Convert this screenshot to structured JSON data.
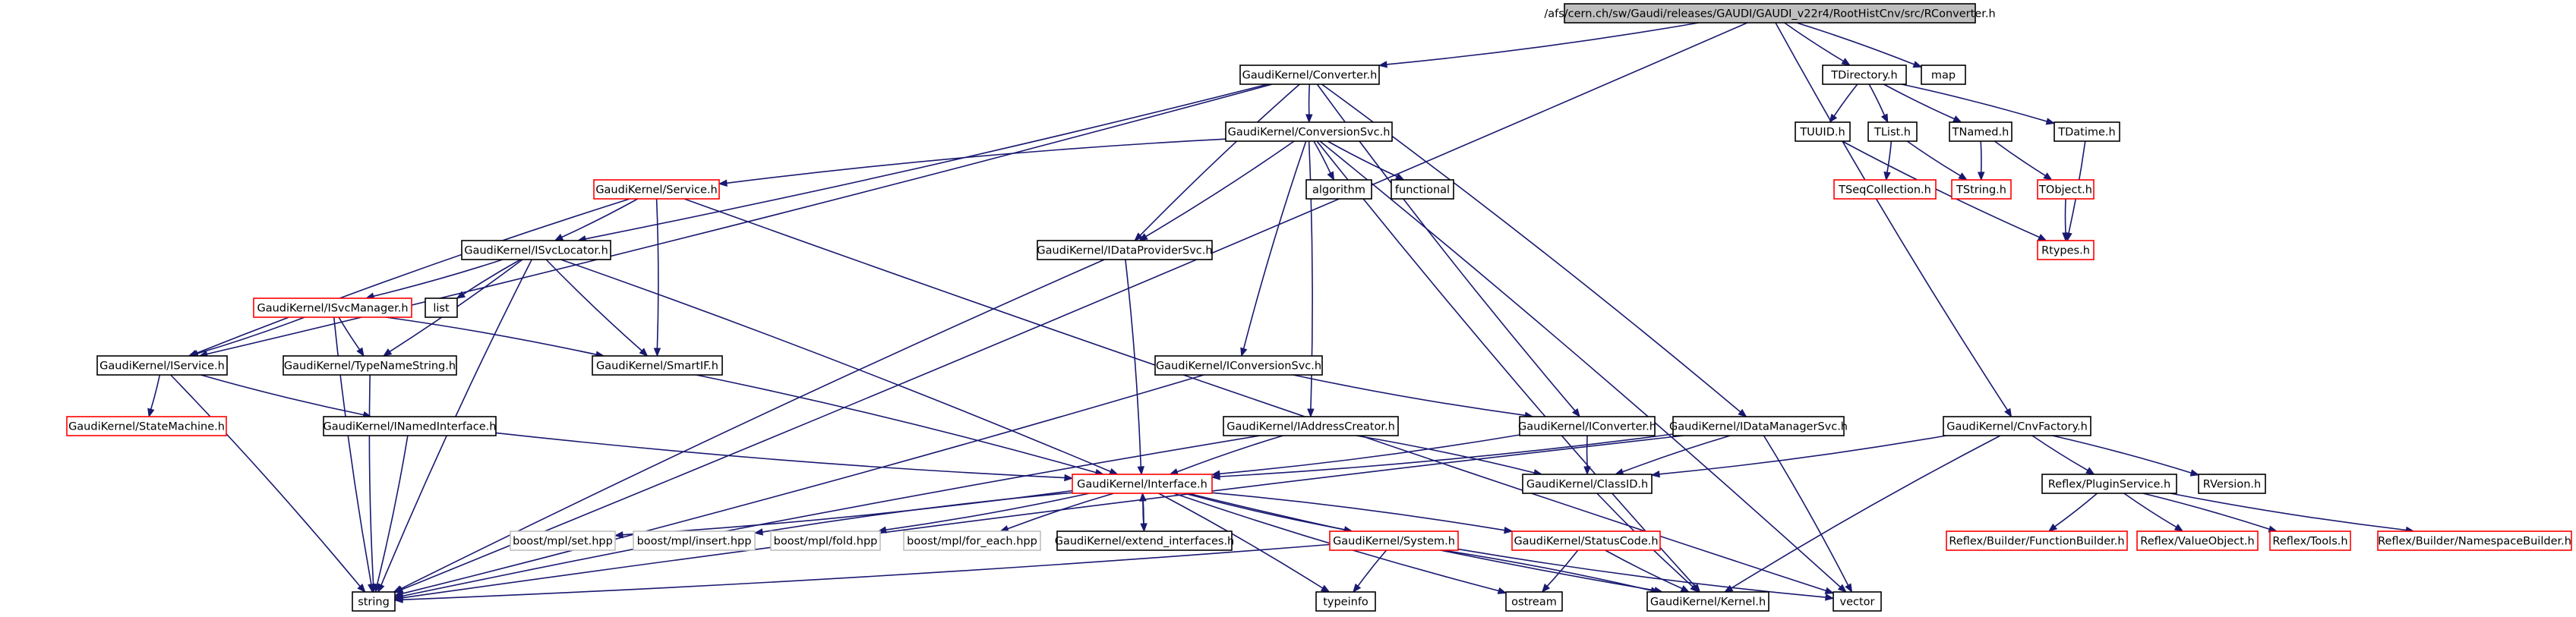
{
  "graph": {
    "colors": {
      "edge": "#191970",
      "root_fill": "#bfbfbf",
      "node_border": "#000000",
      "incomplete_border": "#ff0000",
      "external_border": "#bfbfbf",
      "text": "#000000"
    },
    "nodes": [
      {
        "id": "root",
        "label": "/afs/cern.ch/sw/Gaudi/releases/GAUDI/GAUDI_v22r4/RootHistCnv/src/RConverter.h",
        "style": "root"
      },
      {
        "id": "converter",
        "label": "GaudiKernel/Converter.h",
        "style": "normal"
      },
      {
        "id": "tdirectory",
        "label": "TDirectory.h",
        "style": "normal"
      },
      {
        "id": "map",
        "label": "map",
        "style": "normal"
      },
      {
        "id": "conversionsvc",
        "label": "GaudiKernel/ConversionSvc.h",
        "style": "normal"
      },
      {
        "id": "tuuid",
        "label": "TUUID.h",
        "style": "normal"
      },
      {
        "id": "tlist",
        "label": "TList.h",
        "style": "normal"
      },
      {
        "id": "tnamed",
        "label": "TNamed.h",
        "style": "normal"
      },
      {
        "id": "tdatime",
        "label": "TDatime.h",
        "style": "normal"
      },
      {
        "id": "service",
        "label": "GaudiKernel/Service.h",
        "style": "incomplete"
      },
      {
        "id": "algorithm",
        "label": "algorithm",
        "style": "normal"
      },
      {
        "id": "functional",
        "label": "functional",
        "style": "normal"
      },
      {
        "id": "tseqcollection",
        "label": "TSeqCollection.h",
        "style": "incomplete"
      },
      {
        "id": "tstring",
        "label": "TString.h",
        "style": "incomplete"
      },
      {
        "id": "tobject",
        "label": "TObject.h",
        "style": "incomplete"
      },
      {
        "id": "isvclocator",
        "label": "GaudiKernel/ISvcLocator.h",
        "style": "normal"
      },
      {
        "id": "idataprovidersvc",
        "label": "GaudiKernel/IDataProviderSvc.h",
        "style": "normal"
      },
      {
        "id": "rtypes",
        "label": "Rtypes.h",
        "style": "incomplete"
      },
      {
        "id": "isvcmanager",
        "label": "GaudiKernel/ISvcManager.h",
        "style": "incomplete"
      },
      {
        "id": "list",
        "label": "list",
        "style": "normal"
      },
      {
        "id": "iservice",
        "label": "GaudiKernel/IService.h",
        "style": "normal"
      },
      {
        "id": "typenamestring",
        "label": "GaudiKernel/TypeNameString.h",
        "style": "normal"
      },
      {
        "id": "smartif",
        "label": "GaudiKernel/SmartIF.h",
        "style": "normal"
      },
      {
        "id": "iconversionsvc",
        "label": "GaudiKernel/IConversionSvc.h",
        "style": "normal"
      },
      {
        "id": "statemachine",
        "label": "GaudiKernel/StateMachine.h",
        "style": "incomplete"
      },
      {
        "id": "inamedinterface",
        "label": "GaudiKernel/INamedInterface.h",
        "style": "normal"
      },
      {
        "id": "iaddresscreator",
        "label": "GaudiKernel/IAddressCreator.h",
        "style": "normal"
      },
      {
        "id": "iconverter",
        "label": "GaudiKernel/IConverter.h",
        "style": "normal"
      },
      {
        "id": "idatamanagersvc",
        "label": "GaudiKernel/IDataManagerSvc.h",
        "style": "normal"
      },
      {
        "id": "cnvfactory",
        "label": "GaudiKernel/CnvFactory.h",
        "style": "normal"
      },
      {
        "id": "interface",
        "label": "GaudiKernel/Interface.h",
        "style": "incomplete"
      },
      {
        "id": "classid",
        "label": "GaudiKernel/ClassID.h",
        "style": "normal"
      },
      {
        "id": "pluginservice",
        "label": "Reflex/PluginService.h",
        "style": "normal"
      },
      {
        "id": "rversion",
        "label": "RVersion.h",
        "style": "normal"
      },
      {
        "id": "mplset",
        "label": "boost/mpl/set.hpp",
        "style": "external"
      },
      {
        "id": "mplinsert",
        "label": "boost/mpl/insert.hpp",
        "style": "external"
      },
      {
        "id": "mplfold",
        "label": "boost/mpl/fold.hpp",
        "style": "external"
      },
      {
        "id": "mplforeach",
        "label": "boost/mpl/for_each.hpp",
        "style": "external"
      },
      {
        "id": "extendinterfaces",
        "label": "GaudiKernel/extend_interfaces.h",
        "style": "normal"
      },
      {
        "id": "system",
        "label": "GaudiKernel/System.h",
        "style": "incomplete"
      },
      {
        "id": "statuscode",
        "label": "GaudiKernel/StatusCode.h",
        "style": "incomplete"
      },
      {
        "id": "functionbuilder",
        "label": "Reflex/Builder/FunctionBuilder.h",
        "style": "incomplete"
      },
      {
        "id": "valueobject",
        "label": "Reflex/ValueObject.h",
        "style": "incomplete"
      },
      {
        "id": "tools",
        "label": "Reflex/Tools.h",
        "style": "incomplete"
      },
      {
        "id": "namespacebuilder",
        "label": "Reflex/Builder/NamespaceBuilder.h",
        "style": "incomplete"
      },
      {
        "id": "string",
        "label": "string",
        "style": "normal"
      },
      {
        "id": "typeinfo",
        "label": "typeinfo",
        "style": "normal"
      },
      {
        "id": "ostream",
        "label": "ostream",
        "style": "normal"
      },
      {
        "id": "kernel",
        "label": "GaudiKernel/Kernel.h",
        "style": "normal"
      },
      {
        "id": "vector",
        "label": "vector",
        "style": "normal"
      }
    ],
    "edges": [
      [
        "root",
        "converter"
      ],
      [
        "root",
        "tdirectory"
      ],
      [
        "root",
        "map"
      ],
      [
        "root",
        "cnvfactory"
      ],
      [
        "root",
        "string"
      ],
      [
        "converter",
        "conversionsvc"
      ],
      [
        "converter",
        "isvclocator"
      ],
      [
        "converter",
        "idataprovidersvc"
      ],
      [
        "converter",
        "iservice"
      ],
      [
        "converter",
        "iconverter"
      ],
      [
        "converter",
        "idatamanagersvc"
      ],
      [
        "tdirectory",
        "tuuid"
      ],
      [
        "tdirectory",
        "tlist"
      ],
      [
        "tdirectory",
        "tnamed"
      ],
      [
        "tdirectory",
        "tdatime"
      ],
      [
        "conversionsvc",
        "service"
      ],
      [
        "conversionsvc",
        "algorithm"
      ],
      [
        "conversionsvc",
        "functional"
      ],
      [
        "conversionsvc",
        "idataprovidersvc"
      ],
      [
        "conversionsvc",
        "iconversionsvc"
      ],
      [
        "conversionsvc",
        "iaddresscreator"
      ],
      [
        "conversionsvc",
        "kernel"
      ],
      [
        "conversionsvc",
        "vector"
      ],
      [
        "tuuid",
        "rtypes"
      ],
      [
        "tlist",
        "tseqcollection"
      ],
      [
        "tlist",
        "tstring"
      ],
      [
        "tnamed",
        "tstring"
      ],
      [
        "tnamed",
        "tobject"
      ],
      [
        "tdatime",
        "rtypes"
      ],
      [
        "tobject",
        "rtypes"
      ],
      [
        "service",
        "isvclocator"
      ],
      [
        "service",
        "iservice"
      ],
      [
        "service",
        "smartif"
      ],
      [
        "service",
        "vector"
      ],
      [
        "isvclocator",
        "isvcmanager"
      ],
      [
        "isvclocator",
        "list"
      ],
      [
        "isvclocator",
        "typenamestring"
      ],
      [
        "isvclocator",
        "smartif"
      ],
      [
        "isvclocator",
        "interface"
      ],
      [
        "isvclocator",
        "string"
      ],
      [
        "isvcmanager",
        "iservice"
      ],
      [
        "isvcmanager",
        "typenamestring"
      ],
      [
        "isvcmanager",
        "smartif"
      ],
      [
        "isvcmanager",
        "string"
      ],
      [
        "idataprovidersvc",
        "interface"
      ],
      [
        "idataprovidersvc",
        "string"
      ],
      [
        "iservice",
        "statemachine"
      ],
      [
        "iservice",
        "inamedinterface"
      ],
      [
        "iservice",
        "string"
      ],
      [
        "typenamestring",
        "string"
      ],
      [
        "smartif",
        "interface"
      ],
      [
        "inamedinterface",
        "interface"
      ],
      [
        "inamedinterface",
        "string"
      ],
      [
        "iconversionsvc",
        "iconverter"
      ],
      [
        "iconversionsvc",
        "string"
      ],
      [
        "iaddresscreator",
        "interface"
      ],
      [
        "iaddresscreator",
        "classid"
      ],
      [
        "iaddresscreator",
        "string"
      ],
      [
        "iconverter",
        "interface"
      ],
      [
        "iconverter",
        "classid"
      ],
      [
        "idatamanagersvc",
        "interface"
      ],
      [
        "idatamanagersvc",
        "classid"
      ],
      [
        "idatamanagersvc",
        "vector"
      ],
      [
        "idatamanagersvc",
        "string"
      ],
      [
        "cnvfactory",
        "classid"
      ],
      [
        "cnvfactory",
        "pluginservice"
      ],
      [
        "cnvfactory",
        "rversion"
      ],
      [
        "cnvfactory",
        "kernel"
      ],
      [
        "interface",
        "mplset"
      ],
      [
        "interface",
        "mplinsert"
      ],
      [
        "interface",
        "mplfold"
      ],
      [
        "interface",
        "mplforeach"
      ],
      [
        "interface",
        "extendinterfaces"
      ],
      [
        "interface",
        "system"
      ],
      [
        "interface",
        "statuscode"
      ],
      [
        "interface",
        "kernel"
      ],
      [
        "interface",
        "typeinfo"
      ],
      [
        "interface",
        "ostream"
      ],
      [
        "extendinterfaces",
        "interface"
      ],
      [
        "classid",
        "kernel"
      ],
      [
        "pluginservice",
        "functionbuilder"
      ],
      [
        "pluginservice",
        "valueobject"
      ],
      [
        "pluginservice",
        "tools"
      ],
      [
        "pluginservice",
        "namespacebuilder"
      ],
      [
        "system",
        "string"
      ],
      [
        "system",
        "typeinfo"
      ],
      [
        "system",
        "kernel"
      ],
      [
        "system",
        "vector"
      ],
      [
        "statuscode",
        "ostream"
      ],
      [
        "statuscode",
        "kernel"
      ]
    ]
  }
}
